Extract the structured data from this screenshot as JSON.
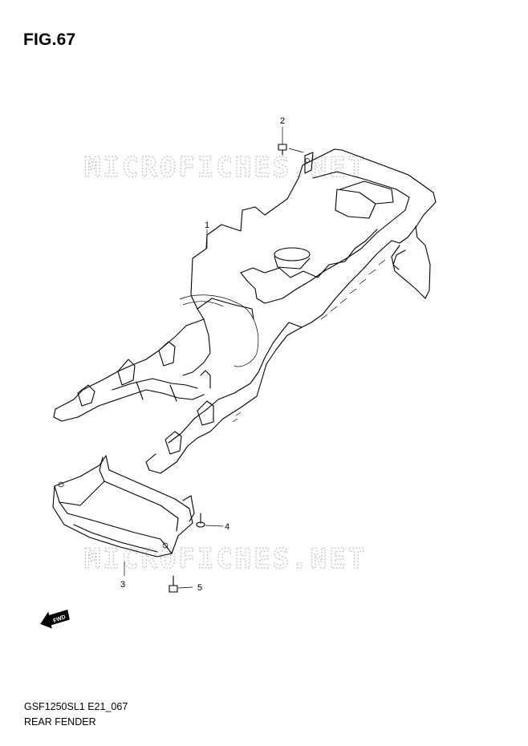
{
  "figure": {
    "title": "FIG.67",
    "code": "GSF1250SL1 E21_067",
    "name": "REAR FENDER"
  },
  "watermark": "MICROFICHES.NET",
  "callouts": [
    {
      "id": "1",
      "label": "1"
    },
    {
      "id": "2",
      "label": "2"
    },
    {
      "id": "3",
      "label": "3"
    },
    {
      "id": "4",
      "label": "4"
    },
    {
      "id": "5",
      "label": "5"
    }
  ],
  "arrow_label": "FWD"
}
